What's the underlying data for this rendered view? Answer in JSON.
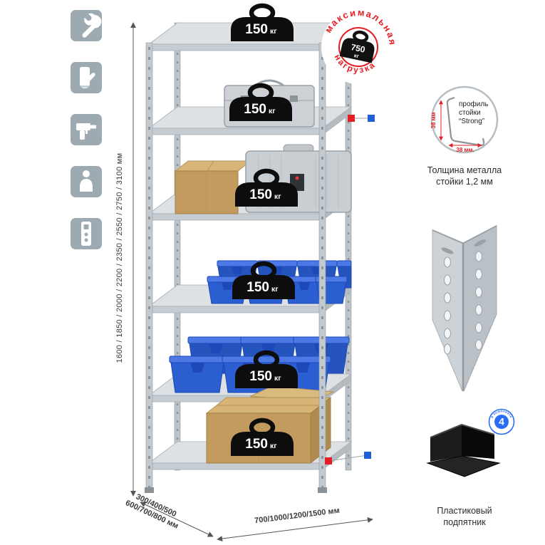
{
  "colors": {
    "red": "#e31e24",
    "blue": "#1e5ed6",
    "metal_light": "#dde1e4",
    "metal_mid": "#c5cdd2",
    "metal_dark": "#9aa2a8",
    "bin_blue": "#2b5ed1",
    "box_tan": "#c49b5f"
  },
  "left_icons": [
    {
      "name": "wrench"
    },
    {
      "name": "gloves"
    },
    {
      "name": "drill"
    },
    {
      "name": "person"
    },
    {
      "name": "level"
    }
  ],
  "dimensions": {
    "height": "1600 / 1850 / 2000 / 2200 / 2350 / 2550 / 2750 / 3100 мм",
    "depth_line1": "300/400/500",
    "depth_line2": "600/700/800 мм",
    "width": "700/1000/1200/1500 мм"
  },
  "loads": {
    "value": "150",
    "unit": "кг"
  },
  "stamp": {
    "arc_top": "максимальная",
    "arc_bottom": "нагрузка",
    "value": "750",
    "unit": "кг"
  },
  "profile": {
    "label_line1": "профиль",
    "label_line2": "стойки",
    "label_line3": "“Strong”",
    "dim_vertical": "38 мм",
    "dim_horizontal": "38 мм.",
    "caption_line1": "Толщина металла",
    "caption_line2": "стойки 1,2 мм"
  },
  "foot": {
    "badge_value": "4",
    "badge_ring": "в комплекте",
    "caption_line1": "Пластиковый",
    "caption_line2": "подпятник"
  }
}
